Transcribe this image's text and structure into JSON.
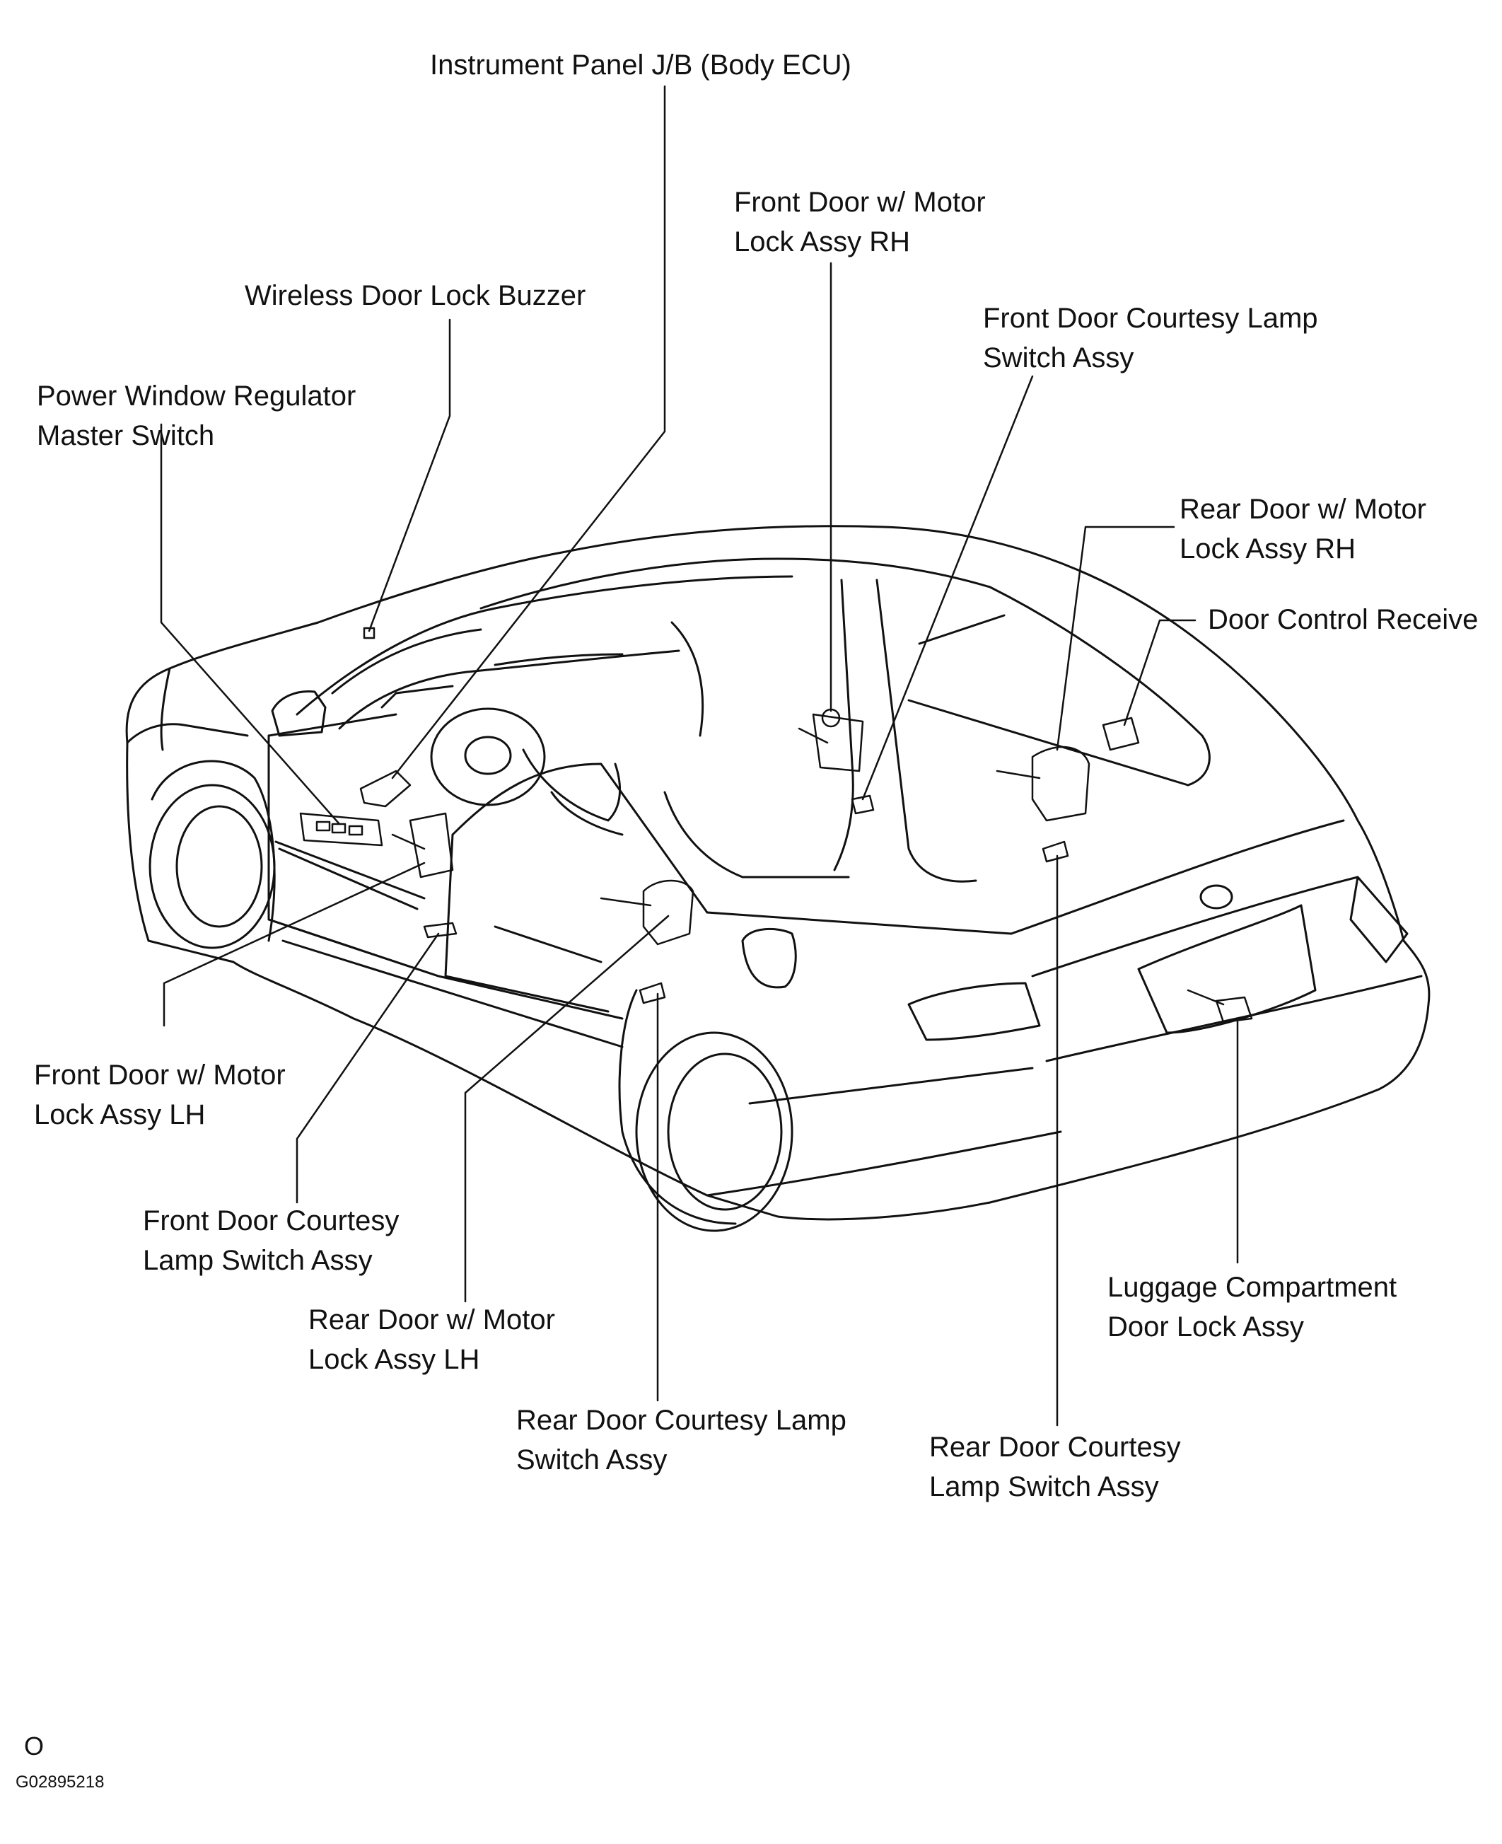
{
  "labels": {
    "instrument_panel_jb": "Instrument Panel J/B (Body ECU)",
    "front_door_motor_lock_rh": [
      "Front Door w/ Motor",
      "Lock Assy RH"
    ],
    "wireless_door_lock_buzzer": "Wireless Door Lock Buzzer",
    "front_door_courtesy_lamp_rh": [
      "Front Door Courtesy Lamp",
      "Switch Assy"
    ],
    "power_window_master_switch": [
      "Power Window Regulator",
      "Master Switch"
    ],
    "rear_door_motor_lock_rh": [
      "Rear Door w/ Motor",
      "Lock Assy RH"
    ],
    "door_control_receiver": "Door Control Receive",
    "front_door_motor_lock_lh": [
      "Front Door w/ Motor",
      "Lock Assy LH"
    ],
    "front_door_courtesy_lamp_lh": [
      "Front Door Courtesy",
      "Lamp Switch Assy"
    ],
    "rear_door_motor_lock_lh": [
      "Rear Door w/ Motor",
      "Lock Assy LH"
    ],
    "luggage_compartment_door_lock": [
      "Luggage Compartment",
      " Door Lock Assy"
    ],
    "rear_door_courtesy_lamp_lh": [
      "Rear Door Courtesy Lamp",
      "Switch Assy"
    ],
    "rear_door_courtesy_lamp_rh": [
      "Rear Door Courtesy",
      "Lamp Switch Assy"
    ]
  },
  "footer": {
    "mark": "O",
    "figure_code": "G02895218"
  }
}
